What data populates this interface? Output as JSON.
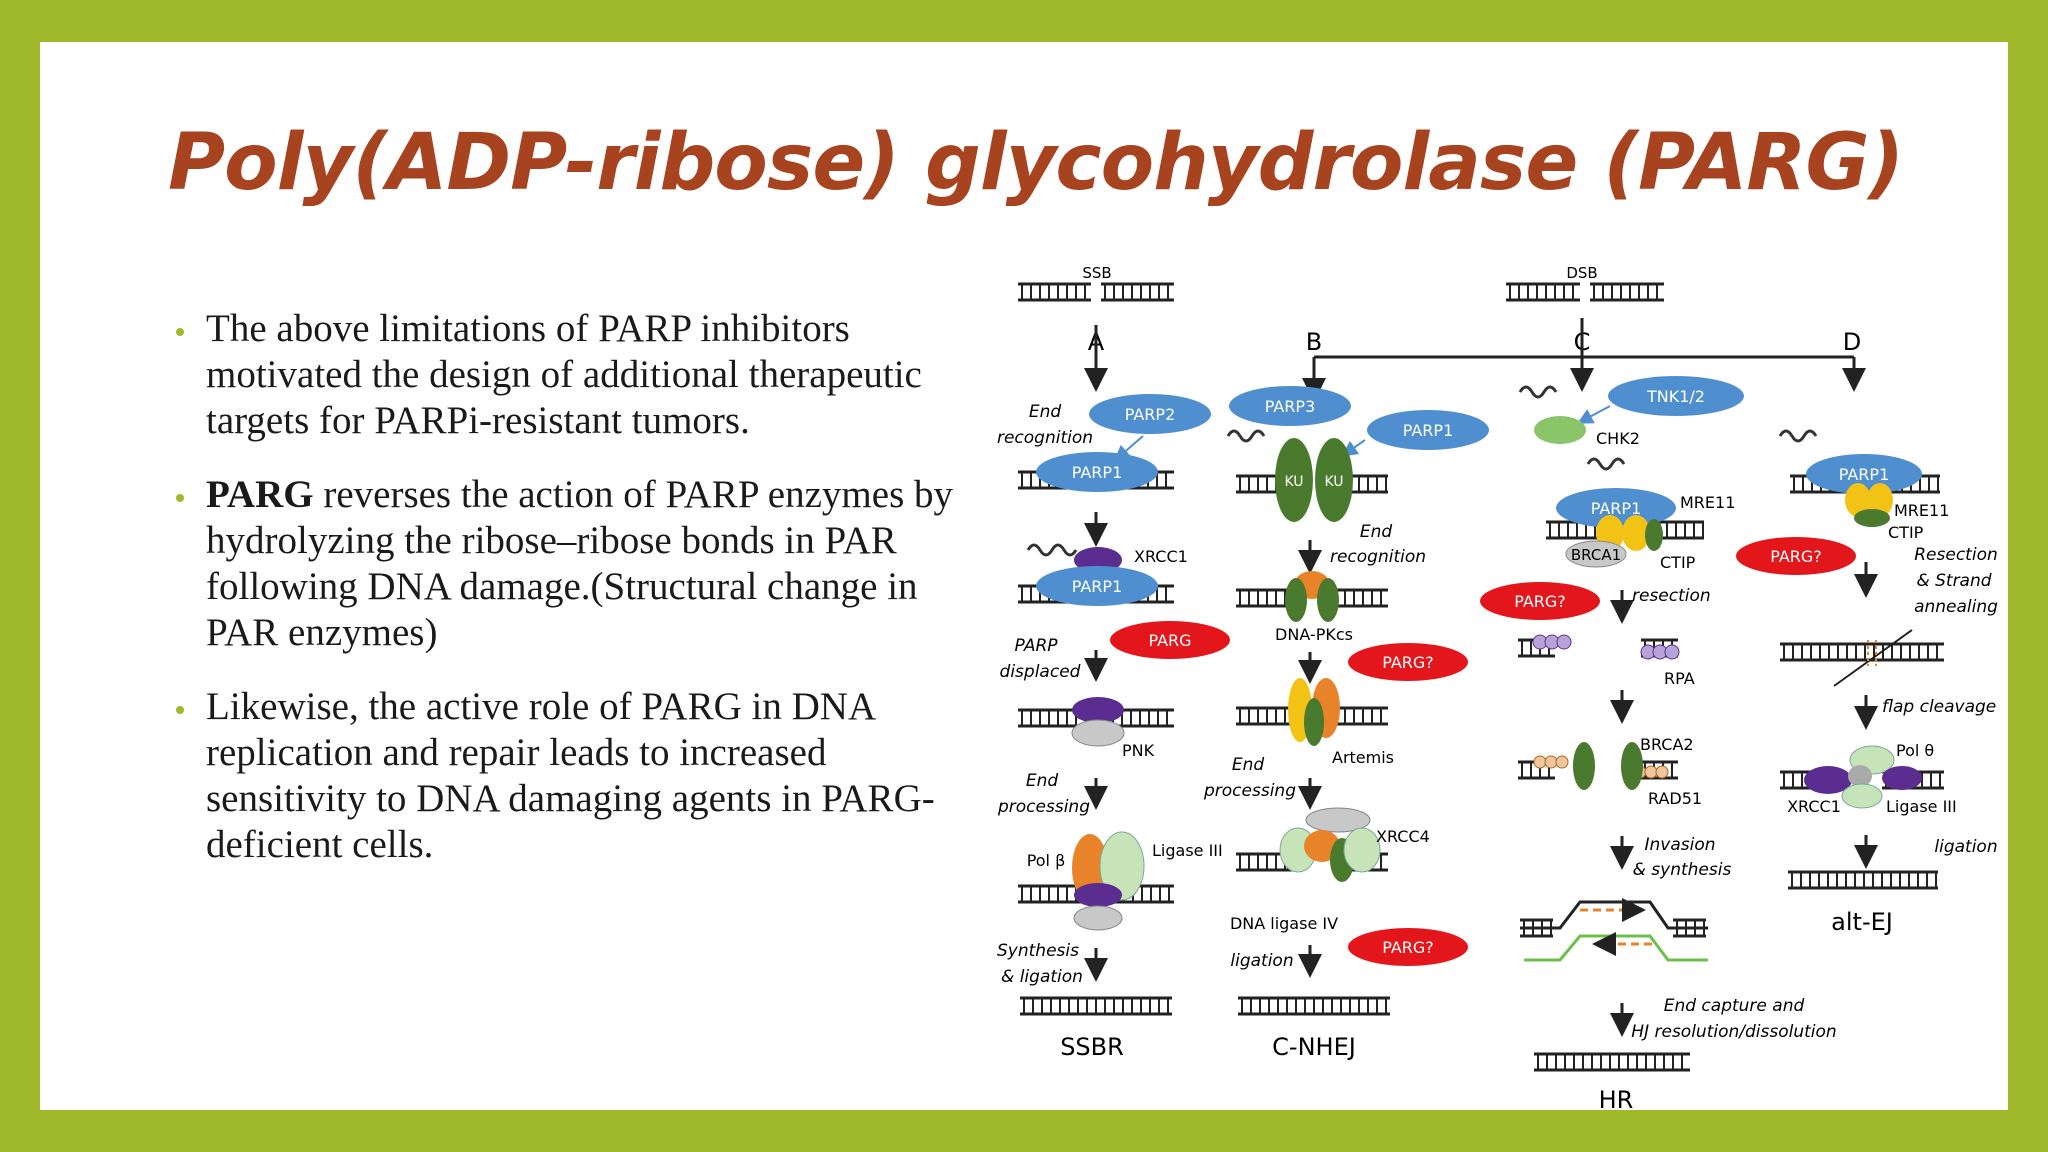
{
  "slide": {
    "title": "Poly(ADP-ribose) glycohydrolase (PARG)",
    "bullets": [
      {
        "bold": "",
        "text": "The above limitations of PARP inhibitors motivated the design of additional therapeutic targets for PARPi-resistant tumors."
      },
      {
        "bold": "PARG",
        "text": " reverses the action of PARP enzymes by hydrolyzing the ribose–ribose bonds in PAR following DNA damage.(Structural change in PAR enzymes)"
      },
      {
        "bold": "",
        "text": "Likewise, the active role of PARG in DNA replication and repair leads to increased sensitivity to DNA damaging agents in PARG-deficient cells."
      }
    ],
    "accent_color": "#9fb92a",
    "title_color": "#a8431f"
  },
  "figure": {
    "headers": {
      "ssb": "SSB",
      "dsb": "DSB"
    },
    "branches": {
      "a": "A",
      "b": "B",
      "c": "C",
      "d": "D"
    },
    "a": {
      "end_recognition_1": "End",
      "end_recognition_2": "recognition",
      "parp2": "PARP2",
      "parp1_a": "PARP1",
      "xrcc1": "XRCC1",
      "parp1_b": "PARP1",
      "parp_displaced_1": "PARP",
      "parp_displaced_2": "displaced",
      "parg": "PARG",
      "pnk": "PNK",
      "end_processing_1": "End",
      "end_processing_2": "processing",
      "pol_beta": "Pol β",
      "ligase3": "Ligase III",
      "synthesis_1": "Synthesis",
      "synthesis_2": "& ligation",
      "result": "SSBR"
    },
    "b": {
      "parp3": "PARP3",
      "parp1": "PARP1",
      "ku": "KU",
      "end_recognition_1": "End",
      "end_recognition_2": "recognition",
      "dna_pkcs": "DNA-PKcs",
      "parg_q1": "PARG?",
      "artemis": "Artemis",
      "end_processing_1": "End",
      "end_processing_2": "processing",
      "xrcc4": "XRCC4",
      "dna_ligase4": "DNA ligase IV",
      "ligation": "ligation",
      "parg_q2": "PARG?",
      "result": "C-NHEJ"
    },
    "c": {
      "tnk": "TNK1/2",
      "chk2": "CHK2",
      "parp1": "PARP1",
      "mre11": "MRE11",
      "brca1": "BRCA1",
      "ctip": "CTIP",
      "parg_q": "PARG?",
      "resection": "resection",
      "rpa": "RPA",
      "brca2": "BRCA2",
      "rad51": "RAD51",
      "invasion_1": "Invasion",
      "invasion_2": "& synthesis",
      "end_capture_1": "End capture  and",
      "end_capture_2": "HJ resolution/dissolution",
      "result": "HR"
    },
    "d": {
      "parp1": "PARP1",
      "mre11": "MRE11",
      "ctip": "CTIP",
      "parg_q": "PARG?",
      "resection_1": "Resection",
      "resection_2": "& Strand",
      "resection_3": "annealing",
      "flap": "flap cleavage",
      "pol_theta": "Pol θ",
      "xrcc1": "XRCC1",
      "ligase3": "Ligase III",
      "ligation": "ligation",
      "result": "alt-EJ"
    },
    "colors": {
      "parp_blue": "#4f8fcf",
      "parg_red": "#e3161b",
      "ku_green": "#4a7a2e",
      "purple": "#5c2d91",
      "orange": "#e8832a",
      "yellow": "#f2c314",
      "light_green": "#c7e3b8",
      "grey": "#c8c8c8"
    }
  }
}
